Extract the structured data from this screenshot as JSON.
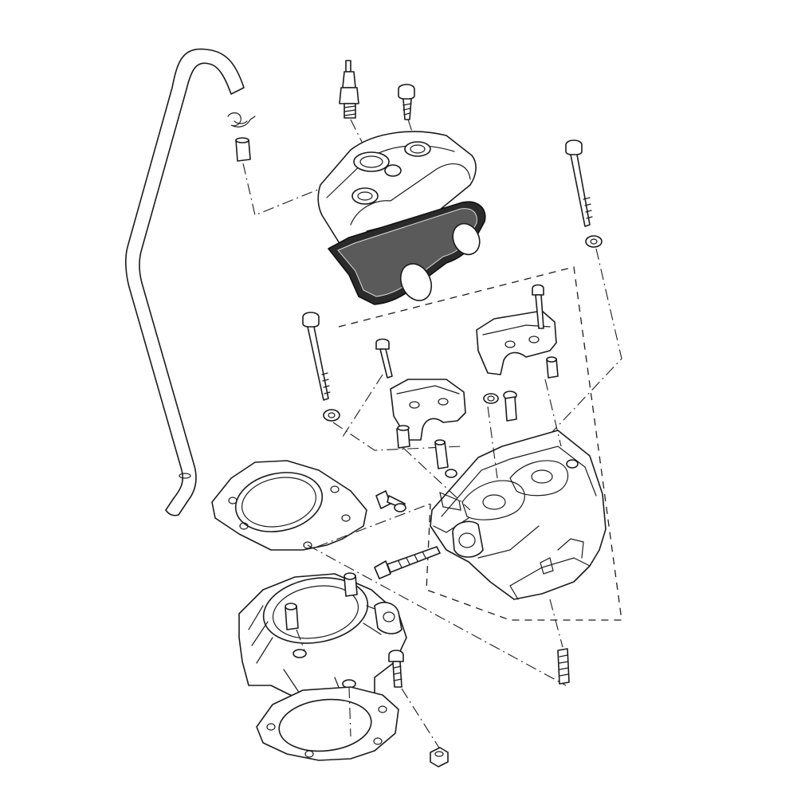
{
  "diagram": {
    "kind": "exploded-parts-view",
    "accent_colors": {
      "line": "#1a1a1a",
      "background": "#ffffff",
      "gasket_fill": "#2b2b2b"
    },
    "parts": [
      "breather-hose",
      "hose-clip",
      "hose-fitting",
      "spark-plug",
      "cover-bolt",
      "cylinder-head-cover",
      "cover-gasket",
      "long-stud-bolt",
      "washer",
      "camshaft-cap",
      "cylinder-head",
      "head-gasket",
      "cylinder-block",
      "base-gasket",
      "dowel-pin",
      "nut"
    ]
  }
}
